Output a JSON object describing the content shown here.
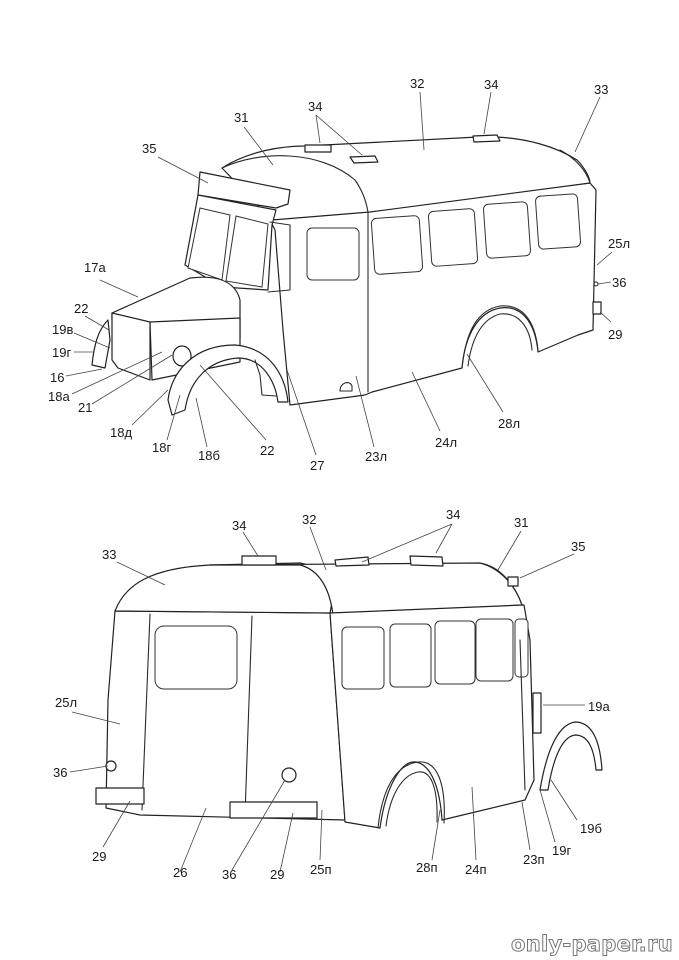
{
  "document": {
    "type": "paper-model assembly diagram",
    "subject": "bus body (cab-over-hood style)"
  },
  "views": [
    {
      "name": "front-left view",
      "labels": [
        "31",
        "32",
        "33",
        "34",
        "34",
        "34",
        "35",
        "17а",
        "22",
        "19в",
        "19г",
        "16",
        "18а",
        "21",
        "18д",
        "18г",
        "18б",
        "22",
        "27",
        "23л",
        "24л",
        "28л",
        "25л",
        "36",
        "29"
      ]
    },
    {
      "name": "rear-right view",
      "labels": [
        "33",
        "34",
        "32",
        "34",
        "31",
        "35",
        "25л",
        "36",
        "29",
        "26",
        "36",
        "29",
        "25п",
        "28п",
        "24п",
        "23п",
        "19г",
        "19б",
        "19а"
      ]
    }
  ],
  "labels": {
    "top": {
      "l31": "31",
      "l32": "32",
      "l33": "33",
      "l34a": "34",
      "l34b": "34",
      "l35": "35",
      "l17a": "17а",
      "l22a": "22",
      "l19v": "19в",
      "l19g": "19г",
      "l16": "16",
      "l18a": "18а",
      "l21": "21",
      "l18d": "18д",
      "l18g": "18г",
      "l18b": "18б",
      "l22b": "22",
      "l27": "27",
      "l23l": "23л",
      "l24l": "24л",
      "l28l": "28л",
      "l25l": "25л",
      "l36": "36",
      "l29": "29"
    },
    "bottom": {
      "l33": "33",
      "l34a": "34",
      "l32": "32",
      "l34b": "34",
      "l31": "31",
      "l35": "35",
      "l25l": "25л",
      "l36a": "36",
      "l29a": "29",
      "l26": "26",
      "l36b": "36",
      "l29b": "29",
      "l25p": "25п",
      "l28p": "28п",
      "l24p": "24п",
      "l23p": "23п",
      "l19g": "19г",
      "l19b": "19б",
      "l19a": "19а"
    }
  },
  "watermark": "only-paper.ru"
}
